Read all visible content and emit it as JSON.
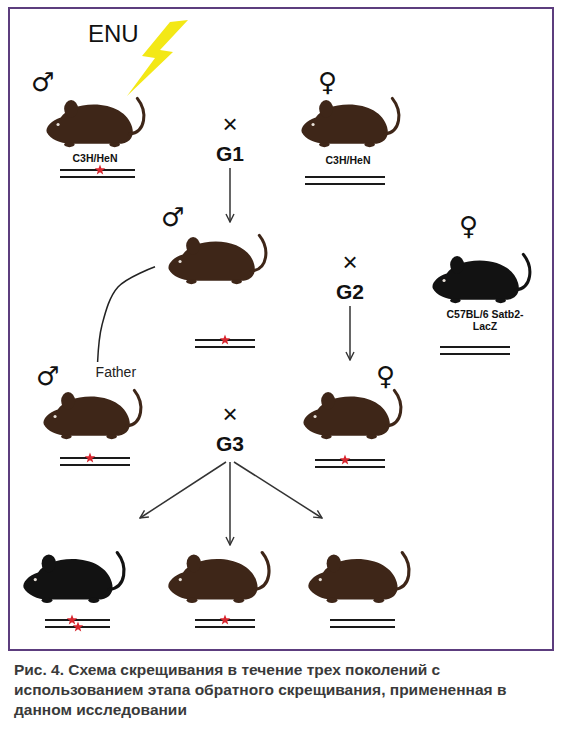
{
  "diagram": {
    "caption": "Рис. 4. Схема скрещивания в течение трех поколений с использованием этапа обратного скрещивания, примененная в данном исследовании",
    "nodes": [
      {
        "text": [
          "♂",
          "C3H/HeN"
        ]
      },
      {
        "text": [
          "♀",
          "C3H/HeN"
        ]
      },
      {
        "text": [
          "♂"
        ]
      },
      {
        "text": [
          "♀",
          "C57BL/6 Satb2-LacZ"
        ]
      },
      {
        "text": [
          "♂"
        ]
      },
      {
        "text": [
          "♀"
        ]
      }
    ],
    "edges": [
      {
        "from": 2,
        "to": 4,
        "arrow": "none",
        "label": "Father"
      }
    ],
    "labels": [
      "ENU",
      "×",
      "G1",
      "×",
      "G2",
      "×",
      "G3"
    ]
  }
}
